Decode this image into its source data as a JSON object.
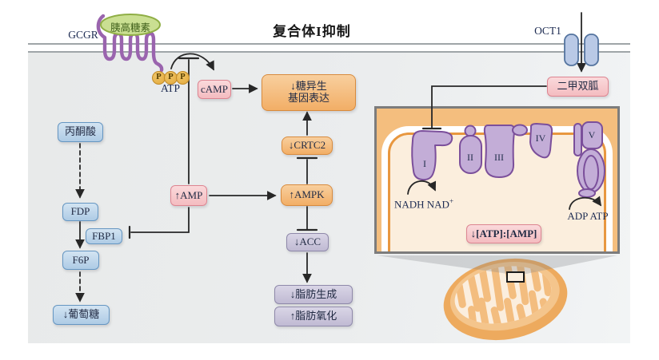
{
  "title": "复合体I抑制",
  "labels": {
    "gcgr": "GCGR",
    "glucagon": "胰高糖素",
    "atp": "ATP",
    "p": "P",
    "oct1": "OCT1",
    "nadh_core": "NADH NAD",
    "nad_sup": "+",
    "adp_atp": "ADP ATP"
  },
  "nodes": {
    "pyruvate": "丙酮酸",
    "fdp": "FDP",
    "fbp1": "FBP1",
    "f6p": "F6P",
    "glucose": "↓葡萄糖",
    "camp": "cAMP",
    "amp": "↑AMP",
    "gng_line1": "↓糖异生",
    "gng_line2": "基因表达",
    "crtc2": "↓CRTC2",
    "ampk": "↑AMPK",
    "acc": "↓ACC",
    "lipogenesis": "↓脂肪生成",
    "fat_oxidation": "↑脂肪氧化",
    "metformin": "二甲双胍",
    "atp_amp_ratio": "↓[ATP]:[AMP]"
  },
  "complexes": [
    "I",
    "II",
    "III",
    "IV",
    "V"
  ],
  "colors": {
    "box_blue": "#aecbe5",
    "box_pink": "#f4bcc0",
    "box_orange": "#f2ae66",
    "box_lavender": "#c0bad3",
    "membrane_grey": "#9fa5a8",
    "complex_purple": "#c3add7",
    "mito_orange": "#edaa5e",
    "receptor_purple": "#9a64ae",
    "glucagon_green": "#cadf92",
    "arrow_black": "#272727"
  }
}
